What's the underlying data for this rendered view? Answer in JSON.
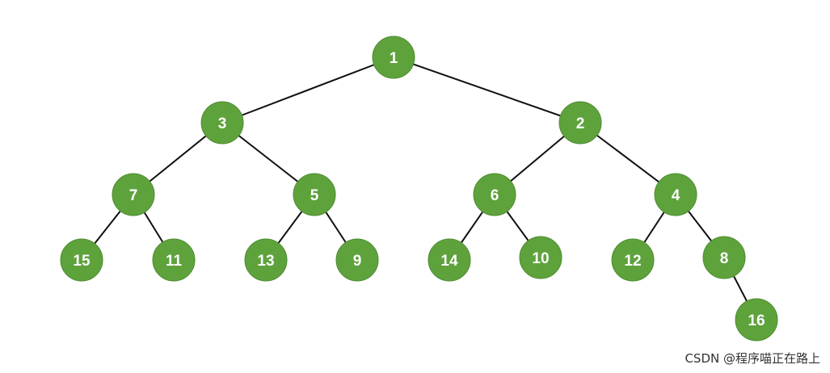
{
  "diagram": {
    "type": "binary-tree",
    "colors": {
      "node_fill": "#5ea23c",
      "node_stroke": "#4e8c30",
      "edge": "#111111",
      "label": "#ffffff"
    },
    "nodes": [
      {
        "id": "n1",
        "label": "1"
      },
      {
        "id": "n3",
        "label": "3"
      },
      {
        "id": "n2",
        "label": "2"
      },
      {
        "id": "n7",
        "label": "7"
      },
      {
        "id": "n5",
        "label": "5"
      },
      {
        "id": "n6",
        "label": "6"
      },
      {
        "id": "n4",
        "label": "4"
      },
      {
        "id": "n15",
        "label": "15"
      },
      {
        "id": "n11",
        "label": "11"
      },
      {
        "id": "n13",
        "label": "13"
      },
      {
        "id": "n9",
        "label": "9"
      },
      {
        "id": "n14",
        "label": "14"
      },
      {
        "id": "n10",
        "label": "10"
      },
      {
        "id": "n12",
        "label": "12"
      },
      {
        "id": "n8",
        "label": "8"
      },
      {
        "id": "n16",
        "label": "16"
      }
    ],
    "edges": [
      [
        "n1",
        "n3"
      ],
      [
        "n1",
        "n2"
      ],
      [
        "n3",
        "n7"
      ],
      [
        "n3",
        "n5"
      ],
      [
        "n2",
        "n6"
      ],
      [
        "n2",
        "n4"
      ],
      [
        "n7",
        "n15"
      ],
      [
        "n7",
        "n11"
      ],
      [
        "n5",
        "n13"
      ],
      [
        "n5",
        "n9"
      ],
      [
        "n6",
        "n14"
      ],
      [
        "n6",
        "n10"
      ],
      [
        "n4",
        "n12"
      ],
      [
        "n4",
        "n8"
      ],
      [
        "n8",
        "n16"
      ]
    ]
  },
  "watermark": "CSDN @程序喵正在路上"
}
